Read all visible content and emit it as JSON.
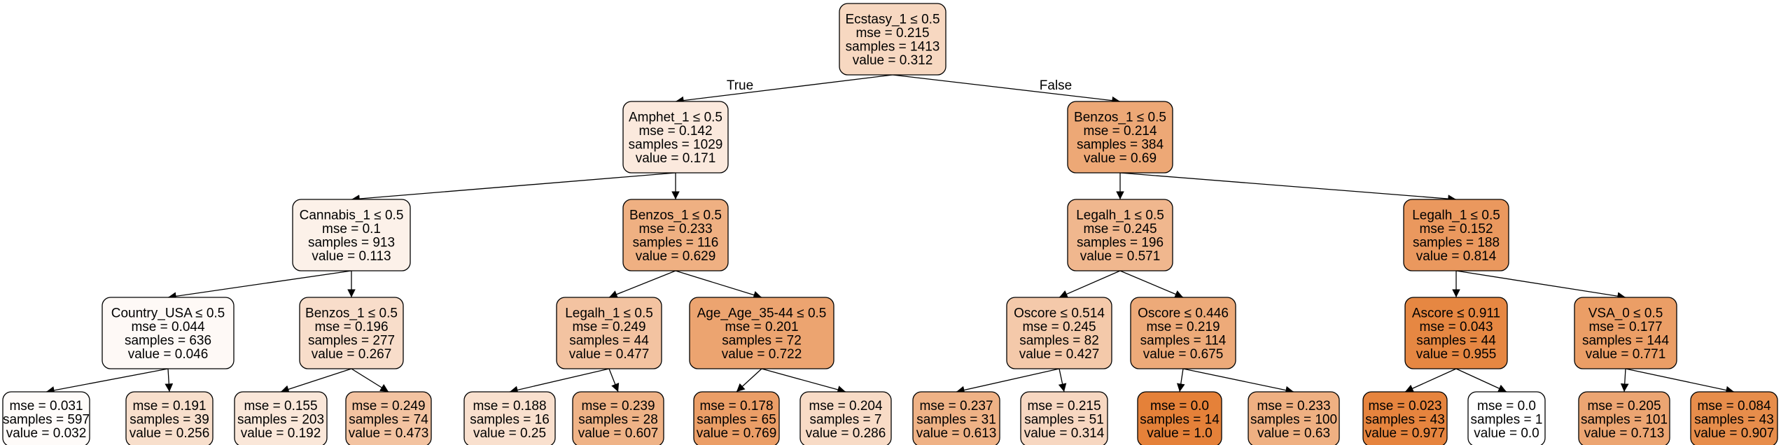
{
  "tree": {
    "color_low": "#ffffff",
    "color_high": "#e58139",
    "branch_labels": {
      "true": "True",
      "false": "False"
    },
    "nodes": [
      {
        "id": 0,
        "lines": [
          "Ecstasy_1 ≤ 0.5",
          "mse = 0.215",
          "samples = 1413",
          "value = 0.312"
        ],
        "value": 0.312
      },
      {
        "id": 1,
        "lines": [
          "Amphet_1 ≤ 0.5",
          "mse = 0.142",
          "samples = 1029",
          "value = 0.171"
        ],
        "value": 0.171
      },
      {
        "id": 2,
        "lines": [
          "Cannabis_1 ≤ 0.5",
          "mse = 0.1",
          "samples = 913",
          "value = 0.113"
        ],
        "value": 0.113
      },
      {
        "id": 3,
        "lines": [
          "Country_USA ≤ 0.5",
          "mse = 0.044",
          "samples = 636",
          "value = 0.046"
        ],
        "value": 0.046
      },
      {
        "id": 4,
        "lines": [
          "mse = 0.031",
          "samples = 597",
          "value = 0.032"
        ],
        "value": 0.032
      },
      {
        "id": 5,
        "lines": [
          "mse = 0.191",
          "samples = 39",
          "value = 0.256"
        ],
        "value": 0.256
      },
      {
        "id": 6,
        "lines": [
          "Benzos_1 ≤ 0.5",
          "mse = 0.196",
          "samples = 277",
          "value = 0.267"
        ],
        "value": 0.267
      },
      {
        "id": 7,
        "lines": [
          "mse = 0.155",
          "samples = 203",
          "value = 0.192"
        ],
        "value": 0.192
      },
      {
        "id": 8,
        "lines": [
          "mse = 0.249",
          "samples = 74",
          "value = 0.473"
        ],
        "value": 0.473
      },
      {
        "id": 9,
        "lines": [
          "Benzos_1 ≤ 0.5",
          "mse = 0.233",
          "samples = 116",
          "value = 0.629"
        ],
        "value": 0.629
      },
      {
        "id": 10,
        "lines": [
          "Legalh_1 ≤ 0.5",
          "mse = 0.249",
          "samples = 44",
          "value = 0.477"
        ],
        "value": 0.477
      },
      {
        "id": 11,
        "lines": [
          "mse = 0.188",
          "samples = 16",
          "value = 0.25"
        ],
        "value": 0.25
      },
      {
        "id": 12,
        "lines": [
          "mse = 0.239",
          "samples = 28",
          "value = 0.607"
        ],
        "value": 0.607
      },
      {
        "id": 13,
        "lines": [
          "Age_Age_35-44 ≤ 0.5",
          "mse = 0.201",
          "samples = 72",
          "value = 0.722"
        ],
        "value": 0.722
      },
      {
        "id": 14,
        "lines": [
          "mse = 0.178",
          "samples = 65",
          "value = 0.769"
        ],
        "value": 0.769
      },
      {
        "id": 15,
        "lines": [
          "mse = 0.204",
          "samples = 7",
          "value = 0.286"
        ],
        "value": 0.286
      },
      {
        "id": 16,
        "lines": [
          "Benzos_1 ≤ 0.5",
          "mse = 0.214",
          "samples = 384",
          "value = 0.69"
        ],
        "value": 0.69
      },
      {
        "id": 17,
        "lines": [
          "Legalh_1 ≤ 0.5",
          "mse = 0.245",
          "samples = 196",
          "value = 0.571"
        ],
        "value": 0.571
      },
      {
        "id": 18,
        "lines": [
          "Oscore ≤ 0.514",
          "mse = 0.245",
          "samples = 82",
          "value = 0.427"
        ],
        "value": 0.427
      },
      {
        "id": 19,
        "lines": [
          "mse = 0.237",
          "samples = 31",
          "value = 0.613"
        ],
        "value": 0.613
      },
      {
        "id": 20,
        "lines": [
          "mse = 0.215",
          "samples = 51",
          "value = 0.314"
        ],
        "value": 0.314
      },
      {
        "id": 21,
        "lines": [
          "Oscore ≤ 0.446",
          "mse = 0.219",
          "samples = 114",
          "value = 0.675"
        ],
        "value": 0.675
      },
      {
        "id": 22,
        "lines": [
          "mse = 0.0",
          "samples = 14",
          "value = 1.0"
        ],
        "value": 1.0
      },
      {
        "id": 23,
        "lines": [
          "mse = 0.233",
          "samples = 100",
          "value = 0.63"
        ],
        "value": 0.63
      },
      {
        "id": 24,
        "lines": [
          "Legalh_1 ≤ 0.5",
          "mse = 0.152",
          "samples = 188",
          "value = 0.814"
        ],
        "value": 0.814
      },
      {
        "id": 25,
        "lines": [
          "Ascore ≤ 0.911",
          "mse = 0.043",
          "samples = 44",
          "value = 0.955"
        ],
        "value": 0.955
      },
      {
        "id": 26,
        "lines": [
          "mse = 0.023",
          "samples = 43",
          "value = 0.977"
        ],
        "value": 0.977
      },
      {
        "id": 27,
        "lines": [
          "mse = 0.0",
          "samples = 1",
          "value = 0.0"
        ],
        "value": 0.0
      },
      {
        "id": 28,
        "lines": [
          "VSA_0 ≤ 0.5",
          "mse = 0.177",
          "samples = 144",
          "value = 0.771"
        ],
        "value": 0.771
      },
      {
        "id": 29,
        "lines": [
          "mse = 0.205",
          "samples = 101",
          "value = 0.713"
        ],
        "value": 0.713
      },
      {
        "id": 30,
        "lines": [
          "mse = 0.084",
          "samples = 43",
          "value = 0.907"
        ],
        "value": 0.907
      }
    ],
    "edges": [
      [
        0,
        1
      ],
      [
        0,
        16
      ],
      [
        1,
        2
      ],
      [
        1,
        9
      ],
      [
        2,
        3
      ],
      [
        2,
        6
      ],
      [
        3,
        4
      ],
      [
        3,
        5
      ],
      [
        6,
        7
      ],
      [
        6,
        8
      ],
      [
        9,
        10
      ],
      [
        9,
        13
      ],
      [
        10,
        11
      ],
      [
        10,
        12
      ],
      [
        13,
        14
      ],
      [
        13,
        15
      ],
      [
        16,
        17
      ],
      [
        16,
        24
      ],
      [
        17,
        18
      ],
      [
        17,
        21
      ],
      [
        18,
        19
      ],
      [
        18,
        20
      ],
      [
        21,
        22
      ],
      [
        21,
        23
      ],
      [
        24,
        25
      ],
      [
        24,
        28
      ],
      [
        25,
        26
      ],
      [
        25,
        27
      ],
      [
        28,
        29
      ],
      [
        28,
        30
      ]
    ]
  }
}
